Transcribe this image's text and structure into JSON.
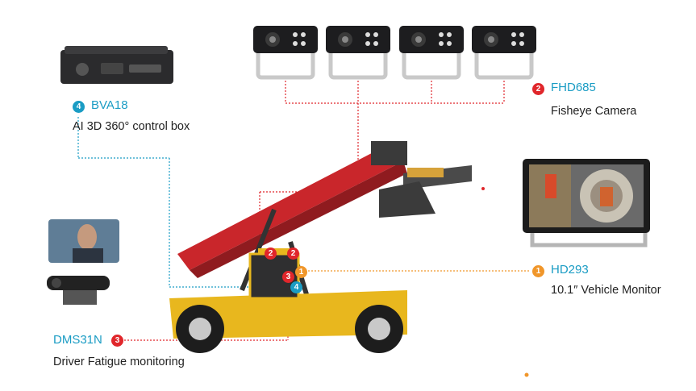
{
  "components": [
    {
      "id": "box",
      "number": "4",
      "model": "BVA18",
      "description": "AI 3D 360° control box",
      "color": "#1a9cc4"
    },
    {
      "id": "cam",
      "number": "2",
      "model": "FHD685",
      "description": "Fisheye Camera",
      "color": "#e0262b"
    },
    {
      "id": "monitor",
      "number": "1",
      "model": "HD293",
      "description": "10.1″ Vehicle Monitor",
      "color": "#f0962a"
    },
    {
      "id": "dms",
      "number": "3",
      "model": "DMS31N",
      "description": "Driver Fatigue monitoring",
      "color": "#e0262b"
    }
  ],
  "markers": {
    "cam_a": "2",
    "cam_b": "2",
    "monitor": "1",
    "dms": "3",
    "box": "4"
  },
  "colors": {
    "accent_blue": "#1a9cc4",
    "accent_red": "#e0262b",
    "accent_orange": "#f0962a"
  }
}
